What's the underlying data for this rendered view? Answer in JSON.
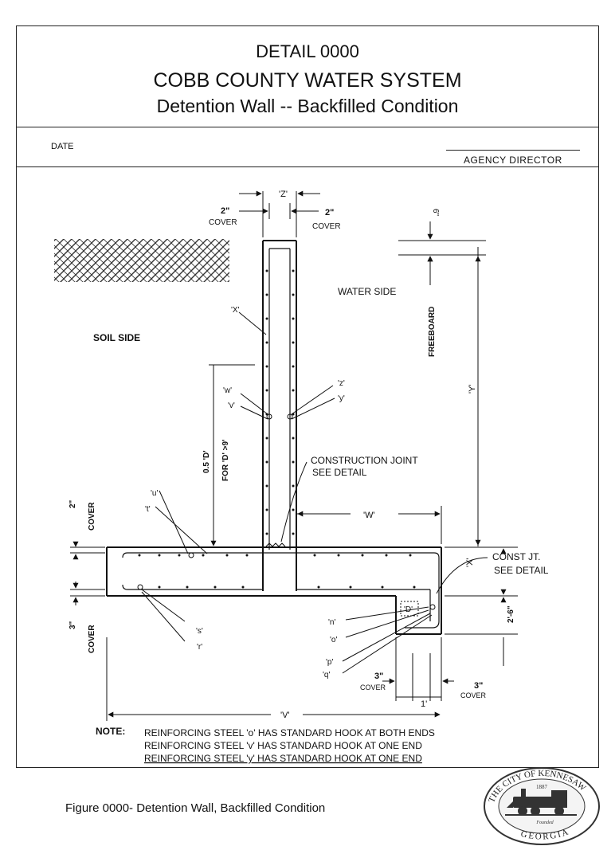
{
  "header": {
    "detail_number": "DETAIL 0000",
    "agency_name": "COBB COUNTY WATER SYSTEM",
    "subtitle": "Detention Wall  -- Backfilled Condition"
  },
  "signature_row": {
    "date_label": "DATE",
    "director_label": "AGENCY DIRECTOR"
  },
  "drawing": {
    "labels": {
      "z_dim": "'Z'",
      "cover_2_left_value": "2\"",
      "cover_2_left_text": "COVER",
      "cover_2_right_value": "2\"",
      "cover_2_right_text": "COVER",
      "six_inch": "6\"",
      "water_side": "WATER SIDE",
      "freeboard": "FREEBOARD",
      "soil_side": "SOIL SIDE",
      "bar_X": "'X'",
      "bar_w": "'w'",
      "bar_v": "'v'",
      "bar_z": "'z'",
      "bar_y": "'y'",
      "Y_dim": "'Y'",
      "half_D": "0.5 'D'",
      "for_D": "FOR 'D' >9'",
      "construction_joint": "CONSTRUCTION JOINT",
      "see_detail": "SEE DETAIL",
      "bar_u": "'u'",
      "bar_t": "'t'",
      "W_dim": "'W'",
      "cover_2_vert_value": "2\"",
      "cover_2_vert_text": "COVER",
      "const_jt": "CONST JT.",
      "see_detail_2": "SEE DETAIL",
      "X_dim": "'X'",
      "cover_3_vert_value": "3\"",
      "cover_3_vert_text": "COVER",
      "bar_D": "'D'",
      "two_six": "2'-6\"",
      "bar_s": "'s'",
      "bar_r": "'r'",
      "bar_n": "'n'",
      "bar_o": "'o'",
      "bar_p": "'p'",
      "bar_q": "'q'",
      "cover_3_left_value": "3\"",
      "cover_3_left_text": "COVER",
      "cover_3_right_value": "3\"",
      "cover_3_right_text": "COVER",
      "one_ft": "1'",
      "V_dim": "'V'"
    }
  },
  "notes": {
    "label": "NOTE:",
    "lines": [
      "REINFORCING STEEL 'o' HAS STANDARD HOOK AT BOTH ENDS",
      "REINFORCING STEEL 'v' HAS STANDARD HOOK AT ONE END",
      "REINFORCING STEEL 'y' HAS STANDARD HOOK AT ONE END"
    ]
  },
  "caption": "Figure 0000-  Detention Wall, Backfilled Condition",
  "seal": {
    "top_text": "THE CITY OF KENNESAW",
    "bottom_text": "GEORGIA",
    "year": "1887",
    "motto": "Founded"
  }
}
